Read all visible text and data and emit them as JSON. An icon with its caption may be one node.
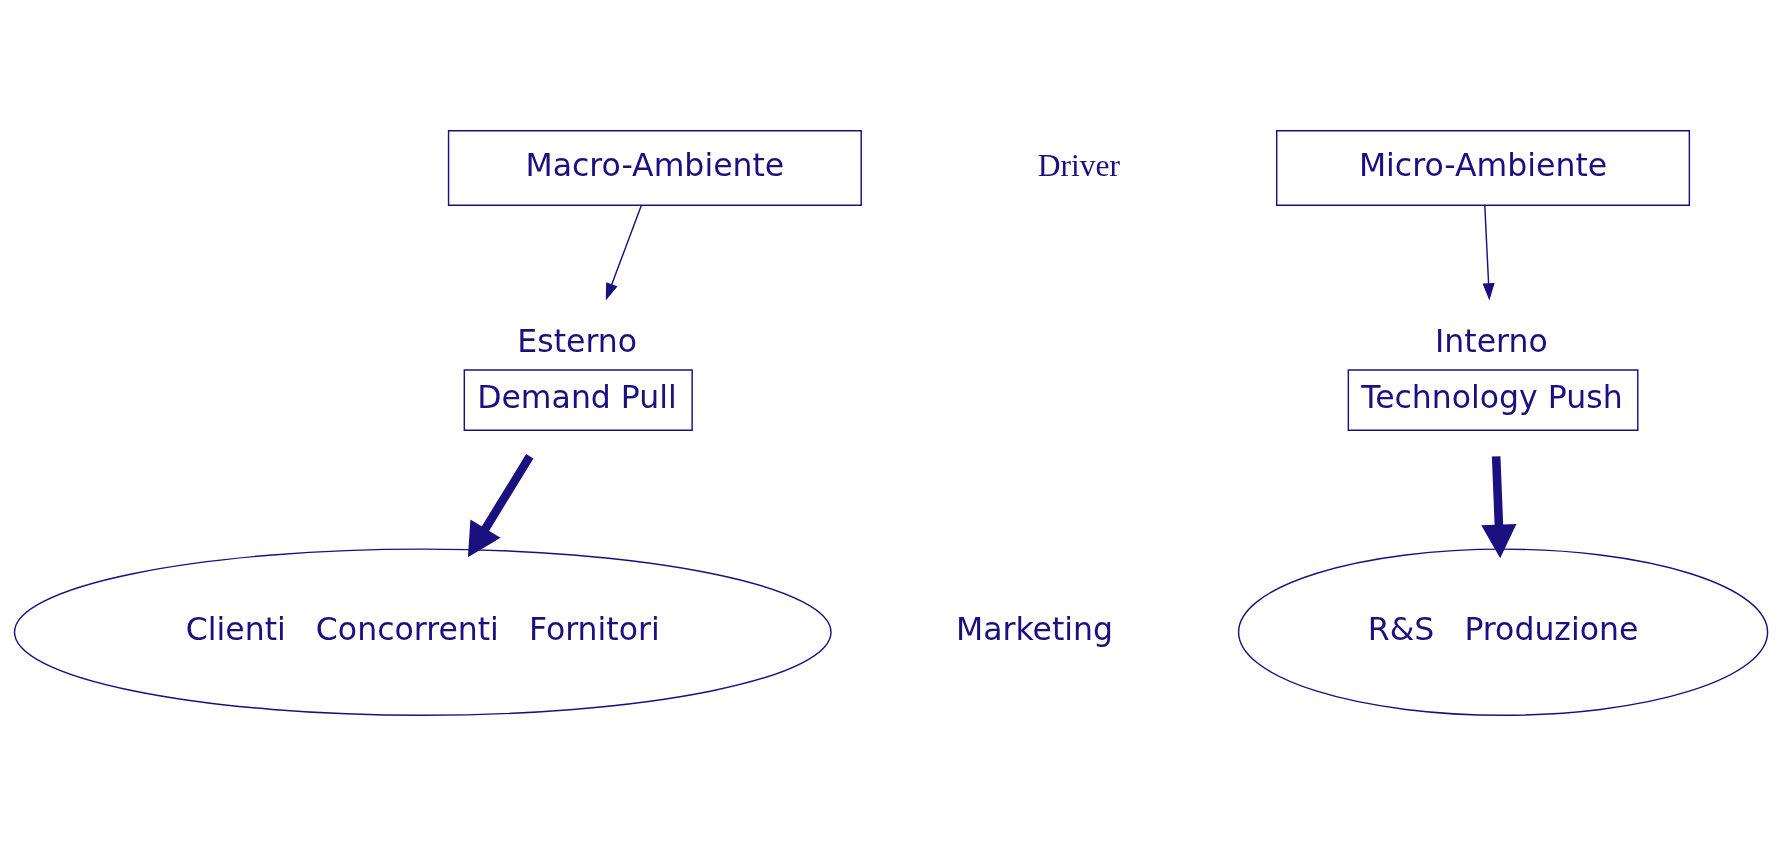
{
  "diagram": {
    "nodes": [
      {
        "text": [
          "Macro-Ambiente"
        ]
      },
      {
        "text": [
          "Micro-Ambiente"
        ]
      },
      {
        "text": [
          "Esterno",
          "Demand Pull"
        ]
      },
      {
        "text": [
          "Interno",
          "Technology Push"
        ]
      },
      {
        "text": [
          "Clienti",
          "Concorrenti",
          "Fornitori"
        ]
      },
      {
        "text": [
          "R&S",
          "Produzione"
        ]
      }
    ],
    "edges": [
      {
        "from": 0,
        "to": 2,
        "arrow": "to"
      },
      {
        "from": 1,
        "to": 3,
        "arrow": "to"
      },
      {
        "from": 2,
        "to": 4,
        "arrow": "to",
        "style": "thick"
      },
      {
        "from": 3,
        "to": 5,
        "arrow": "to",
        "style": "thick"
      }
    ],
    "labels": [
      "Driver",
      "Marketing"
    ]
  }
}
